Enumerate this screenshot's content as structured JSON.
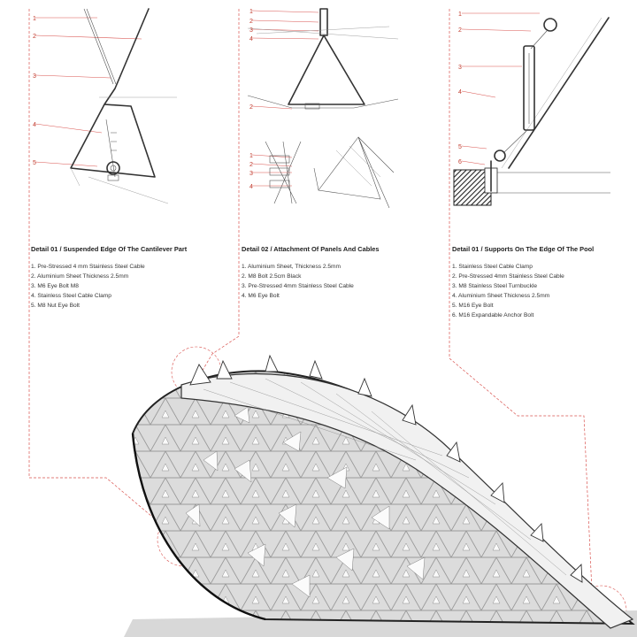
{
  "details": [
    {
      "title": "Detail 01 / Suspended Edge Of The Cantilever Part",
      "items": [
        "1. Pre-Stressed 4 mm Stainless Steel Cable",
        "2. Aluminium Sheet Thickness 2.5mm",
        "3. M6 Eye Bolt M8",
        "4. Stainless Steel Cable Clamp",
        "5. M8 Nut Eye Bolt"
      ],
      "callouts": [
        "1",
        "2",
        "3",
        "4",
        "5"
      ]
    },
    {
      "title": "Detail 02 / Attachment Of Panels And Cables",
      "items": [
        "1. Aluminium Sheet, Thickness 2.5mm",
        "2. M8 Bolt 2.5cm Black",
        "3. Pre-Stressed 4mm Stainless Steel Cable",
        "4. M6 Eye Bolt"
      ],
      "callouts": [
        "1",
        "2",
        "3",
        "4"
      ]
    },
    {
      "title": "Detail 01 / Supports On The Edge Of The Pool",
      "items": [
        "1. Stainless Steel Cable Clamp",
        "2. Pre-Stressed 4mm Stainless Steel Cable",
        "3. M8 Stainless Steel Turnbuckle",
        "4. Aluminium Sheet Thickness 2.5mm",
        "5. M16 Eye Bolt",
        "6. M16 Expandable Anchor Bolt"
      ],
      "callouts": [
        "1",
        "2",
        "3",
        "4",
        "5",
        "6"
      ]
    }
  ],
  "colors": {
    "leader": "#d9534f",
    "line": "#333333",
    "shell": "#e4e4e4"
  },
  "icons": [
    "turnbuckle-icon",
    "eye-bolt-icon",
    "anchor-bolt-icon"
  ]
}
